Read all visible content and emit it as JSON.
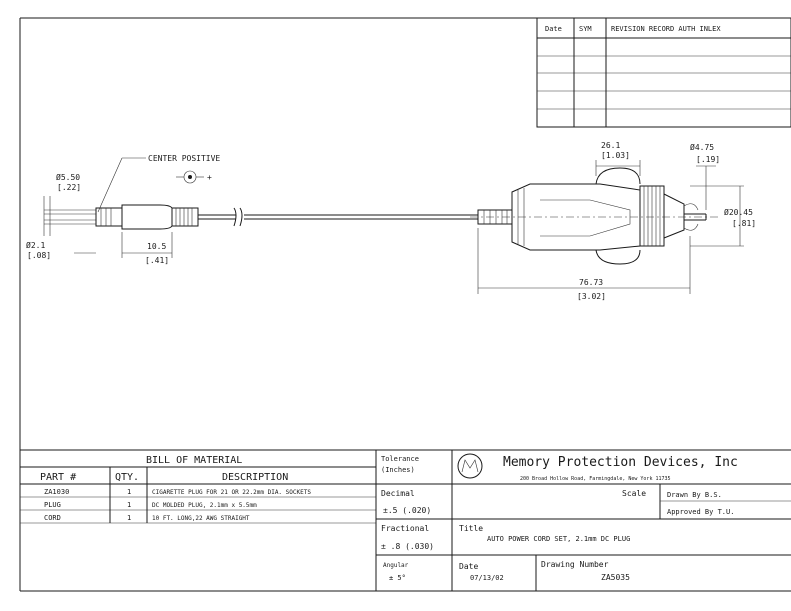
{
  "revision_table": {
    "date_header": "Date",
    "sym_header": "SYM",
    "record_header": "REVISION RECORD AUTH INLEX"
  },
  "dimensions": {
    "center_positive": "CENTER POSITIVE",
    "plus_sign": "+",
    "d550_mm": "Ø5.50",
    "d550_in": "[.22]",
    "d21_mm": "Ø2.1",
    "d21_in": "[.08]",
    "len105_mm": "10.5",
    "len105_in": "[.41]",
    "d26_mm": "26.1",
    "d26_in": "[1.03]",
    "d475_mm": "Ø4.75",
    "d475_in": "[.19]",
    "d2045_mm": "Ø20.45",
    "d2045_in": "[.81]",
    "len7673_mm": "76.73",
    "len7673_in": "[3.02]"
  },
  "bom": {
    "title": "BILL OF MATERIAL",
    "col_part": "PART #",
    "col_qty": "QTY.",
    "col_desc": "DESCRIPTION",
    "rows": [
      {
        "part": "ZA1030",
        "qty": "1",
        "desc": "CIGARETTE PLUG FOR 21 OR 22.2mm DIA. SOCKETS"
      },
      {
        "part": "PLUG",
        "qty": "1",
        "desc": "DC MOLDED PLUG, 2.1mm x 5.5mm"
      },
      {
        "part": "CORD",
        "qty": "1",
        "desc": "10 FT. LONG,22 AWG STRAIGHT"
      }
    ]
  },
  "tolerance": {
    "header": "Tolerance",
    "units": "(Inches)",
    "decimal_label": "Decimal",
    "decimal_value": "±.5 (.020)",
    "fractional_label": "Fractional",
    "fractional_value": "± .8 (.030)",
    "angular_label": "Angular",
    "angular_value": "± 5°"
  },
  "title_block": {
    "logo_letters": "MP",
    "company": "Memory Protection Devices, Inc",
    "address": "200 Broad Hollow Road, Farmingdale, New York 11735",
    "scale_label": "Scale",
    "drawn_by": "Drawn By  B.S.",
    "approved_by": "Approved By  T.U.",
    "title_label": "Title",
    "title_value": "AUTO POWER CORD SET, 2.1mm DC PLUG",
    "date_label": "Date",
    "date_value": "07/13/02",
    "drawing_number_label": "Drawing Number",
    "drawing_number_value": "ZA5035"
  }
}
